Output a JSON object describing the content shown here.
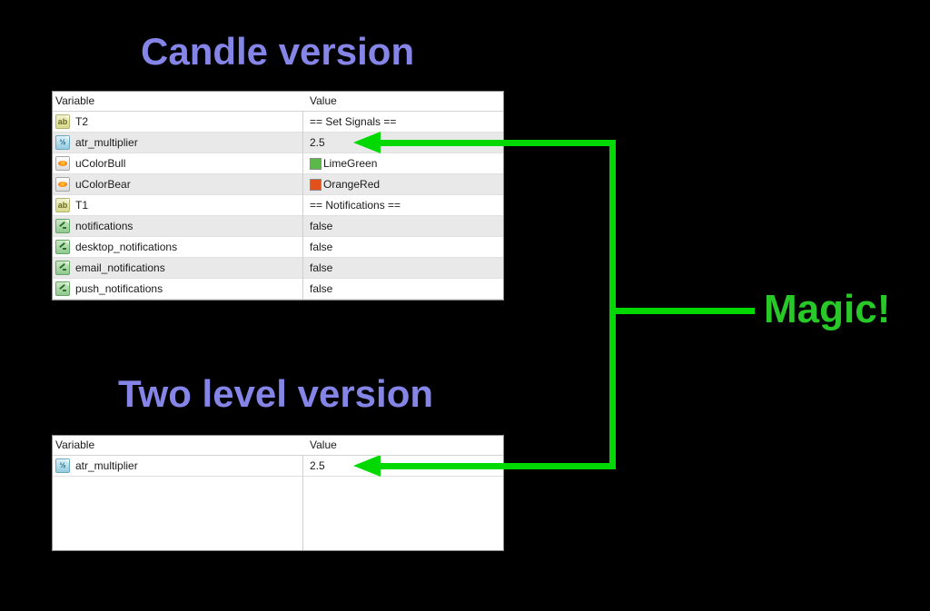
{
  "titles": {
    "candle": "Candle version",
    "two_level": "Two level version"
  },
  "annotation": {
    "label": "Magic!",
    "line_color": "#02d802",
    "label_color": "#28c828"
  },
  "colors": {
    "title_text": "#8585e8",
    "row_alt_background": "#e9e9e9",
    "lime_green_swatch": "#5cb849",
    "orange_red_swatch": "#e2511b"
  },
  "tables": {
    "candle": {
      "columns": [
        "Variable",
        "Value"
      ],
      "rows": [
        {
          "icon": "string-type-icon",
          "type": "string",
          "variable": "T2",
          "value": "== Set Signals ==",
          "swatch": null
        },
        {
          "icon": "number-type-icon",
          "type": "number",
          "variable": "atr_multiplier",
          "value": "2.5",
          "swatch": null
        },
        {
          "icon": "color-type-icon",
          "type": "color",
          "variable": "uColorBull",
          "value": "LimeGreen",
          "swatch": "#5cb849"
        },
        {
          "icon": "color-type-icon",
          "type": "color",
          "variable": "uColorBear",
          "value": "OrangeRed",
          "swatch": "#e2511b"
        },
        {
          "icon": "string-type-icon",
          "type": "string",
          "variable": "T1",
          "value": "== Notifications ==",
          "swatch": null
        },
        {
          "icon": "bool-type-icon",
          "type": "bool",
          "variable": "notifications",
          "value": "false",
          "swatch": null
        },
        {
          "icon": "bool-type-icon",
          "type": "bool",
          "variable": "desktop_notifications",
          "value": "false",
          "swatch": null
        },
        {
          "icon": "bool-type-icon",
          "type": "bool",
          "variable": "email_notifications",
          "value": "false",
          "swatch": null
        },
        {
          "icon": "bool-type-icon",
          "type": "bool",
          "variable": "push_notifications",
          "value": "false",
          "swatch": null
        }
      ]
    },
    "two_level": {
      "columns": [
        "Variable",
        "Value"
      ],
      "rows": [
        {
          "icon": "number-type-icon",
          "type": "number",
          "variable": "atr_multiplier",
          "value": "2.5",
          "swatch": null
        }
      ]
    }
  },
  "icon_glyphs": {
    "string": "ab",
    "number": "½"
  }
}
